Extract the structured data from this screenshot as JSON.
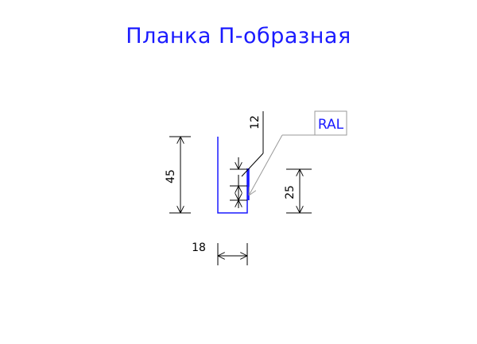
{
  "title": "Планка П-образная",
  "colors": {
    "title": "#1a1aff",
    "profile": "#1a1aff",
    "dimension": "#000000",
    "leader": "#9a9a9a",
    "ral_box": "#9a9a9a",
    "ral_text": "#1a1aff"
  },
  "callout": {
    "label": "RAL"
  },
  "dimensions": {
    "height_total": "45",
    "height_inner": "25",
    "width_bottom": "18",
    "hem": "12"
  }
}
